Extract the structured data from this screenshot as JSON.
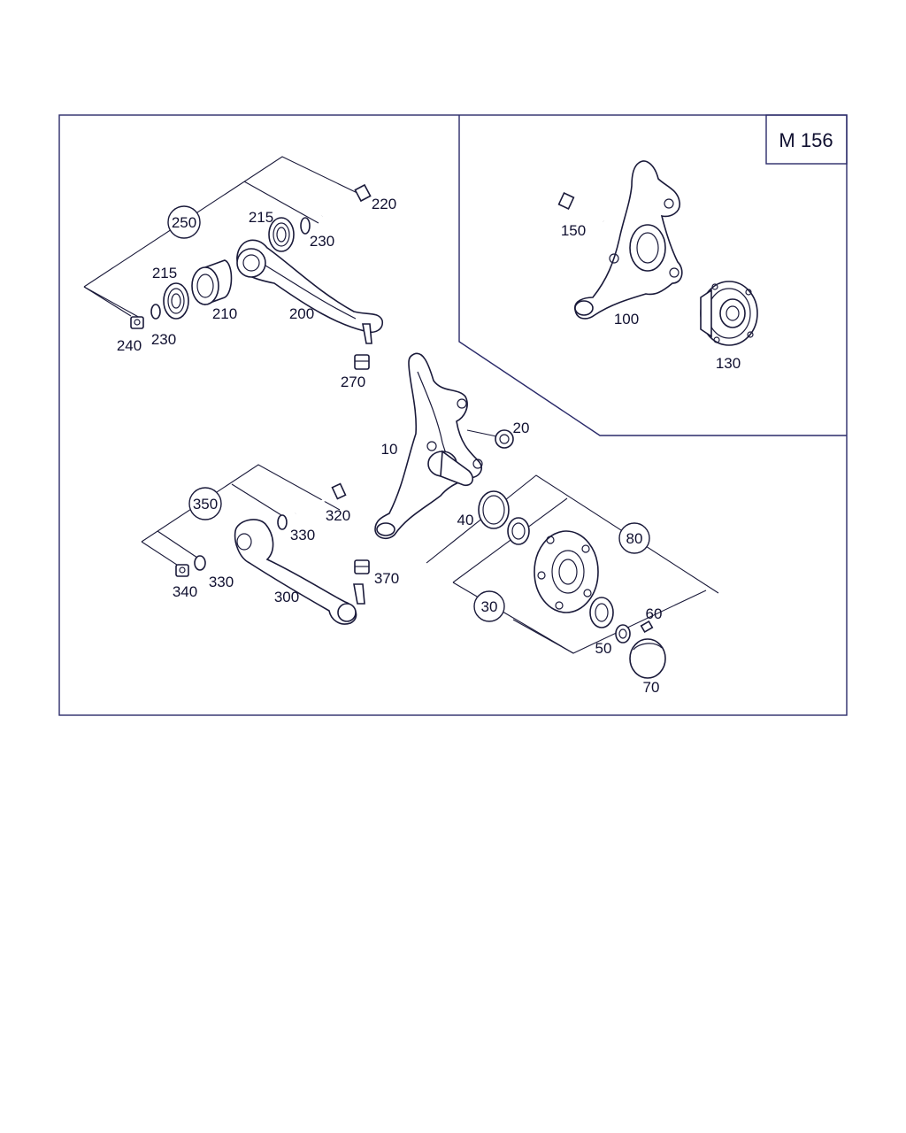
{
  "model_code": "M 156",
  "colors": {
    "line": "#1a1a3a",
    "frame": "#2a2a6a",
    "text": "#101030",
    "background": "#ffffff"
  },
  "callouts": {
    "p10": "10",
    "p20": "20",
    "p30": "30",
    "p40": "40",
    "p50": "50",
    "p60": "60",
    "p70": "70",
    "p80": "80",
    "p100": "100",
    "p130": "130",
    "p150": "150",
    "p200": "200",
    "p210": "210",
    "p215a": "215",
    "p215b": "215",
    "p220": "220",
    "p230a": "230",
    "p230b": "230",
    "p240": "240",
    "p250": "250",
    "p270": "270",
    "p300": "300",
    "p320": "320",
    "p330a": "330",
    "p330b": "330",
    "p340": "340",
    "p350": "350",
    "p370": "370"
  }
}
